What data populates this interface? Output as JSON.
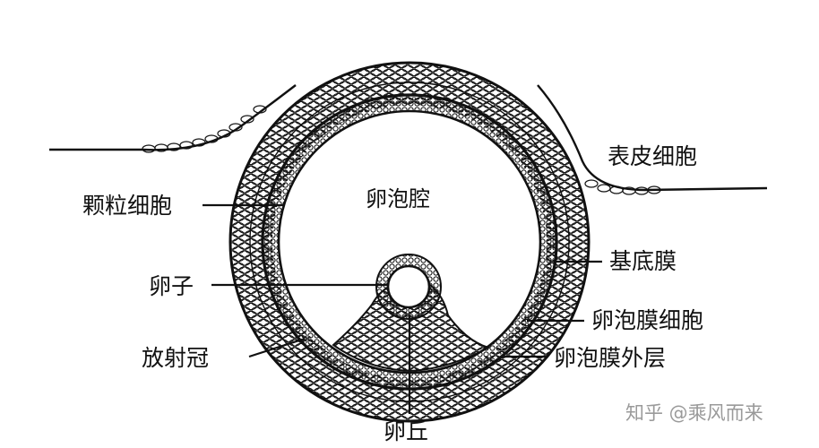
{
  "diagram": {
    "labels": {
      "epidermal_cells": "表皮细胞",
      "granulosa_cells": "颗粒细胞",
      "antrum": "卵泡腔",
      "basement_membrane": "基底膜",
      "oocyte": "卵子",
      "theca_interna": "卵泡膜细胞",
      "corona_radiata": "放射冠",
      "theca_externa": "卵泡膜外层",
      "cumulus": "卵丘"
    },
    "watermark": "知乎 @乘风而来",
    "colors": {
      "ink": "#111111",
      "watermark": "#9a9a9a",
      "background": "#ffffff"
    }
  }
}
